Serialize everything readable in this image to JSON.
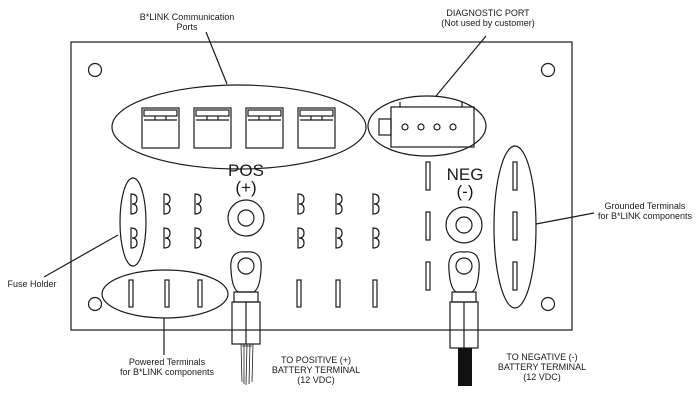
{
  "callouts": {
    "comm_ports": [
      "B*LINK Communication",
      "Ports"
    ],
    "diag_port": [
      "DIAGNOSTIC PORT",
      "(Not used by customer)"
    ],
    "grounded": [
      "Grounded Terminals",
      "for B*LINK components"
    ],
    "fuse": "Fuse Holder",
    "powered": [
      "Powered Terminals",
      "for B*LINK components"
    ],
    "to_positive": [
      "TO POSITIVE (+)",
      "BATTERY TERMINAL",
      "(12 VDC)"
    ],
    "to_negative": [
      "TO NEGATIVE (-)",
      "BATTERY TERMINAL",
      "(12 VDC)"
    ]
  },
  "board_labels": {
    "pos": "POS",
    "pos_sign": "(+)",
    "neg": "NEG",
    "neg_sign": "(-)"
  },
  "colors": {
    "line": "#1a1a1a",
    "background": "#ffffff",
    "wire_dark": "#111111"
  }
}
